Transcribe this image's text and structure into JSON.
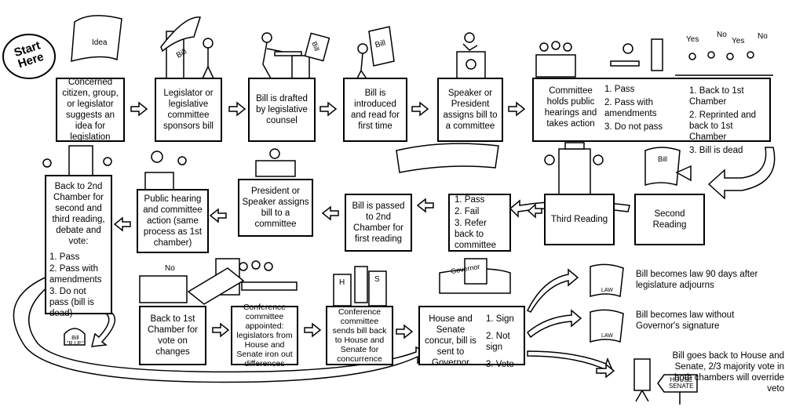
{
  "start": "Start\nHere",
  "sign_idea": "Idea",
  "sign_bill": "Bill",
  "sign_bill2": "Bill",
  "sign_bill_rip": "Bill\n\"R.I.P.\"",
  "sign_no": "No",
  "sign_h": "H",
  "sign_s": "S",
  "sign_governor": "Governor",
  "sign_house_senate": "HOUSE\nSENATE",
  "sign_law": "LAW",
  "votes": [
    "Yes",
    "No",
    "Yes",
    "No"
  ],
  "steps": {
    "s1": "Concerned citizen, group, or legislator suggests an idea for legislation",
    "s2": "Legislator or legislative committee sponsors bill",
    "s3": "Bill is drafted by legislative counsel",
    "s4": "Bill is introduced and read for first time",
    "s5": "Speaker or President assigns bill to a committee",
    "s6_title": "Committee holds public hearings and takes action",
    "s6_options": [
      "1. Pass",
      "2. Pass with amendments",
      "3. Do not pass"
    ],
    "s6_results": [
      "1. Back to 1st Chamber",
      "2. Reprinted and back to 1st Chamber",
      "3. Bill is dead"
    ],
    "s7": "Second Reading",
    "s8": "Third Reading",
    "s9_options": [
      "1. Pass",
      "2. Fail",
      "3. Refer back to committee"
    ],
    "s10": "Bill is passed to 2nd Chamber for first reading",
    "s11": "President or Speaker assigns bill to a committee",
    "s12": "Public hearing and committee action (same process as 1st chamber)",
    "s13_title": "Back to 2nd Chamber for second and third reading, debate and vote:",
    "s13_options": [
      "1. Pass",
      "2. Pass with amendments",
      "3. Do not pass (bill is dead)"
    ],
    "s14": "Back to 1st Chamber for vote on changes",
    "s15": "Conference committee appointed: legislators from House and Senate iron out differences",
    "s16": "Conference committee sends bill back to House and Senate for concurrence",
    "s17_title": "House and Senate concur, bill is sent to Governor",
    "s17_options": [
      "1. Sign",
      "2. Not sign",
      "3. Veto"
    ]
  },
  "outcomes": [
    "Bill becomes law 90 days after legislature adjourns",
    "Bill becomes law without Governor's signature",
    "Bill goes back to House and Senate, 2/3 majority vote in both chambers will override veto"
  ]
}
